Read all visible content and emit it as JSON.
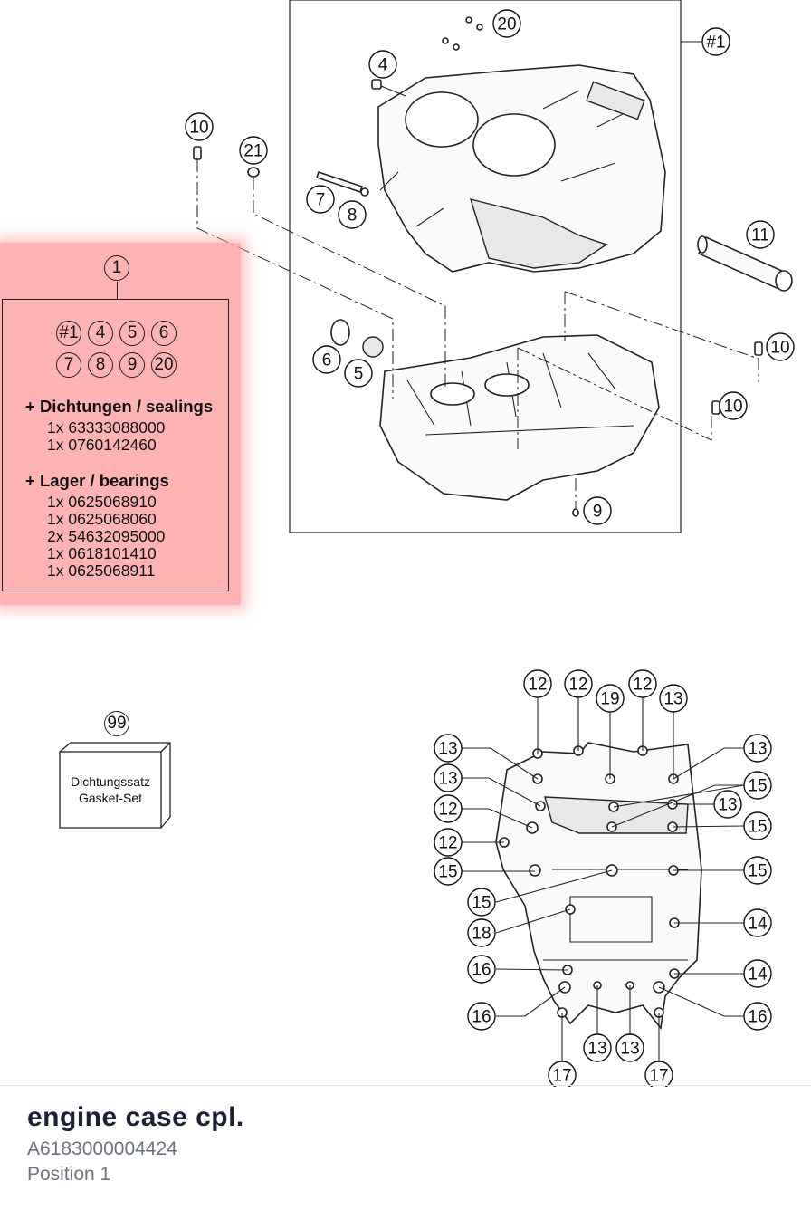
{
  "diagram": {
    "top_callouts": [
      "20",
      "#1",
      "4",
      "10",
      "21",
      "7",
      "8",
      "11",
      "6",
      "5",
      "10",
      "10",
      "9"
    ],
    "bottom_callouts": [
      "12",
      "12",
      "19",
      "12",
      "13",
      "13",
      "13",
      "13",
      "15",
      "12",
      "13",
      "15",
      "12",
      "15",
      "15",
      "15",
      "18",
      "14",
      "16",
      "14",
      "16",
      "16",
      "13",
      "13",
      "17",
      "17"
    ]
  },
  "kit": {
    "callout": "1",
    "grid": [
      "#1",
      "4",
      "5",
      "6",
      "7",
      "8",
      "9",
      "20"
    ],
    "sealings_heading": "+ Dichtungen / sealings",
    "sealings": [
      "1x 63333088000",
      "1x 0760142460"
    ],
    "bearings_heading": "+ Lager / bearings",
    "bearings": [
      "1x 0625068910",
      "1x 0625068060",
      "2x 54632095000",
      "1x 0618101410",
      "1x 0625068911"
    ],
    "highlight_color": "#ffa0a0"
  },
  "gasket_set": {
    "callout": "99",
    "line1": "Dichtungssatz",
    "line2": "Gasket-Set"
  },
  "footer": {
    "title": "engine case cpl.",
    "part_number": "A6183000004424",
    "position": "Position 1"
  }
}
